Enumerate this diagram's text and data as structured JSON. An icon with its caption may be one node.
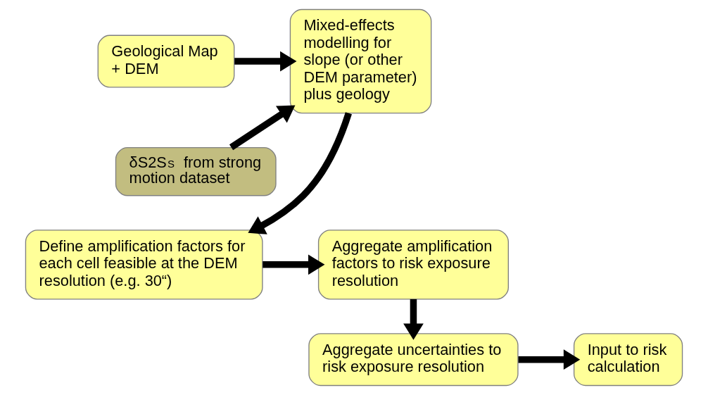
{
  "diagram": {
    "nodes": [
      {
        "text": [
          "Geological Map + DEM"
        ]
      },
      {
        "text": [
          "Mixed-effects modelling for slope (or other DEM parameter) plus geology"
        ]
      },
      {
        "text": [
          "δS2S$_{S}$ from strong motion dataset"
        ]
      },
      {
        "text": [
          "Define amplification factors for each cell feasible at the DEM resolution (e.g. 30“)"
        ]
      },
      {
        "text": [
          "Aggregate amplification factors to risk exposure resolution"
        ]
      },
      {
        "text": [
          "Aggregate uncertainties to risk exposure resolution"
        ]
      },
      {
        "text": [
          "Input to risk calculation"
        ]
      }
    ],
    "edges": [
      {
        "from": 0,
        "to": 1,
        "arrow": "to"
      },
      {
        "from": 2,
        "to": 1,
        "arrow": "to"
      },
      {
        "from": 1,
        "to": 3,
        "arrow": "to"
      },
      {
        "from": 3,
        "to": 4,
        "arrow": "to"
      },
      {
        "from": 4,
        "to": 5,
        "arrow": "to"
      },
      {
        "from": 5,
        "to": 6,
        "arrow": "to"
      }
    ]
  }
}
